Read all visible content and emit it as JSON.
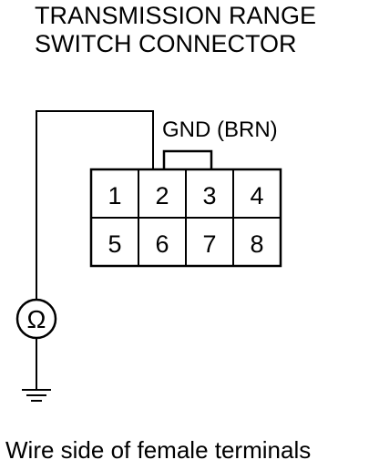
{
  "title": {
    "line1": "TRANSMISSION RANGE",
    "line2": "SWITCH CONNECTOR"
  },
  "ground_label": "GND (BRN)",
  "connector": {
    "top_row": [
      "1",
      "2",
      "3",
      "4"
    ],
    "bottom_row": [
      "5",
      "6",
      "7",
      "8"
    ]
  },
  "meter_symbol": "Ω",
  "meter_icon": "ohmmeter-icon",
  "ground_icon": "ground-icon",
  "caption": "Wire side of female terminals"
}
